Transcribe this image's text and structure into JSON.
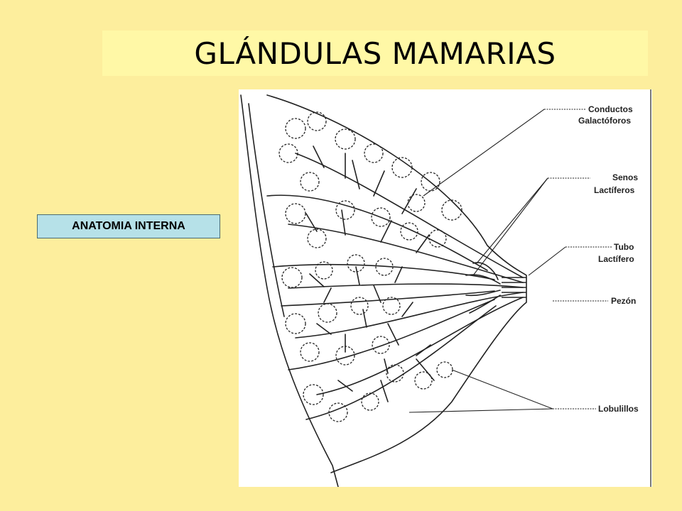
{
  "slide": {
    "title": "GLÁNDULAS MAMARIAS",
    "section_label": "ANATOMIA INTERNA"
  },
  "diagram": {
    "labels": [
      {
        "line1": "Conductos",
        "line2": "Galactóforos"
      },
      {
        "line1": "Senos",
        "line2": "Lactíferos"
      },
      {
        "line1": "Tubo",
        "line2": "Lactífero"
      },
      {
        "line1": "Pezón",
        "line2": ""
      },
      {
        "line1": "Lobulillos",
        "line2": ""
      }
    ]
  },
  "colors": {
    "background": "#fdee9d",
    "title_bar": "#fff8a6",
    "label_box": "#b6e1e8",
    "figure_bg": "#ffffff",
    "ink": "#222222"
  }
}
